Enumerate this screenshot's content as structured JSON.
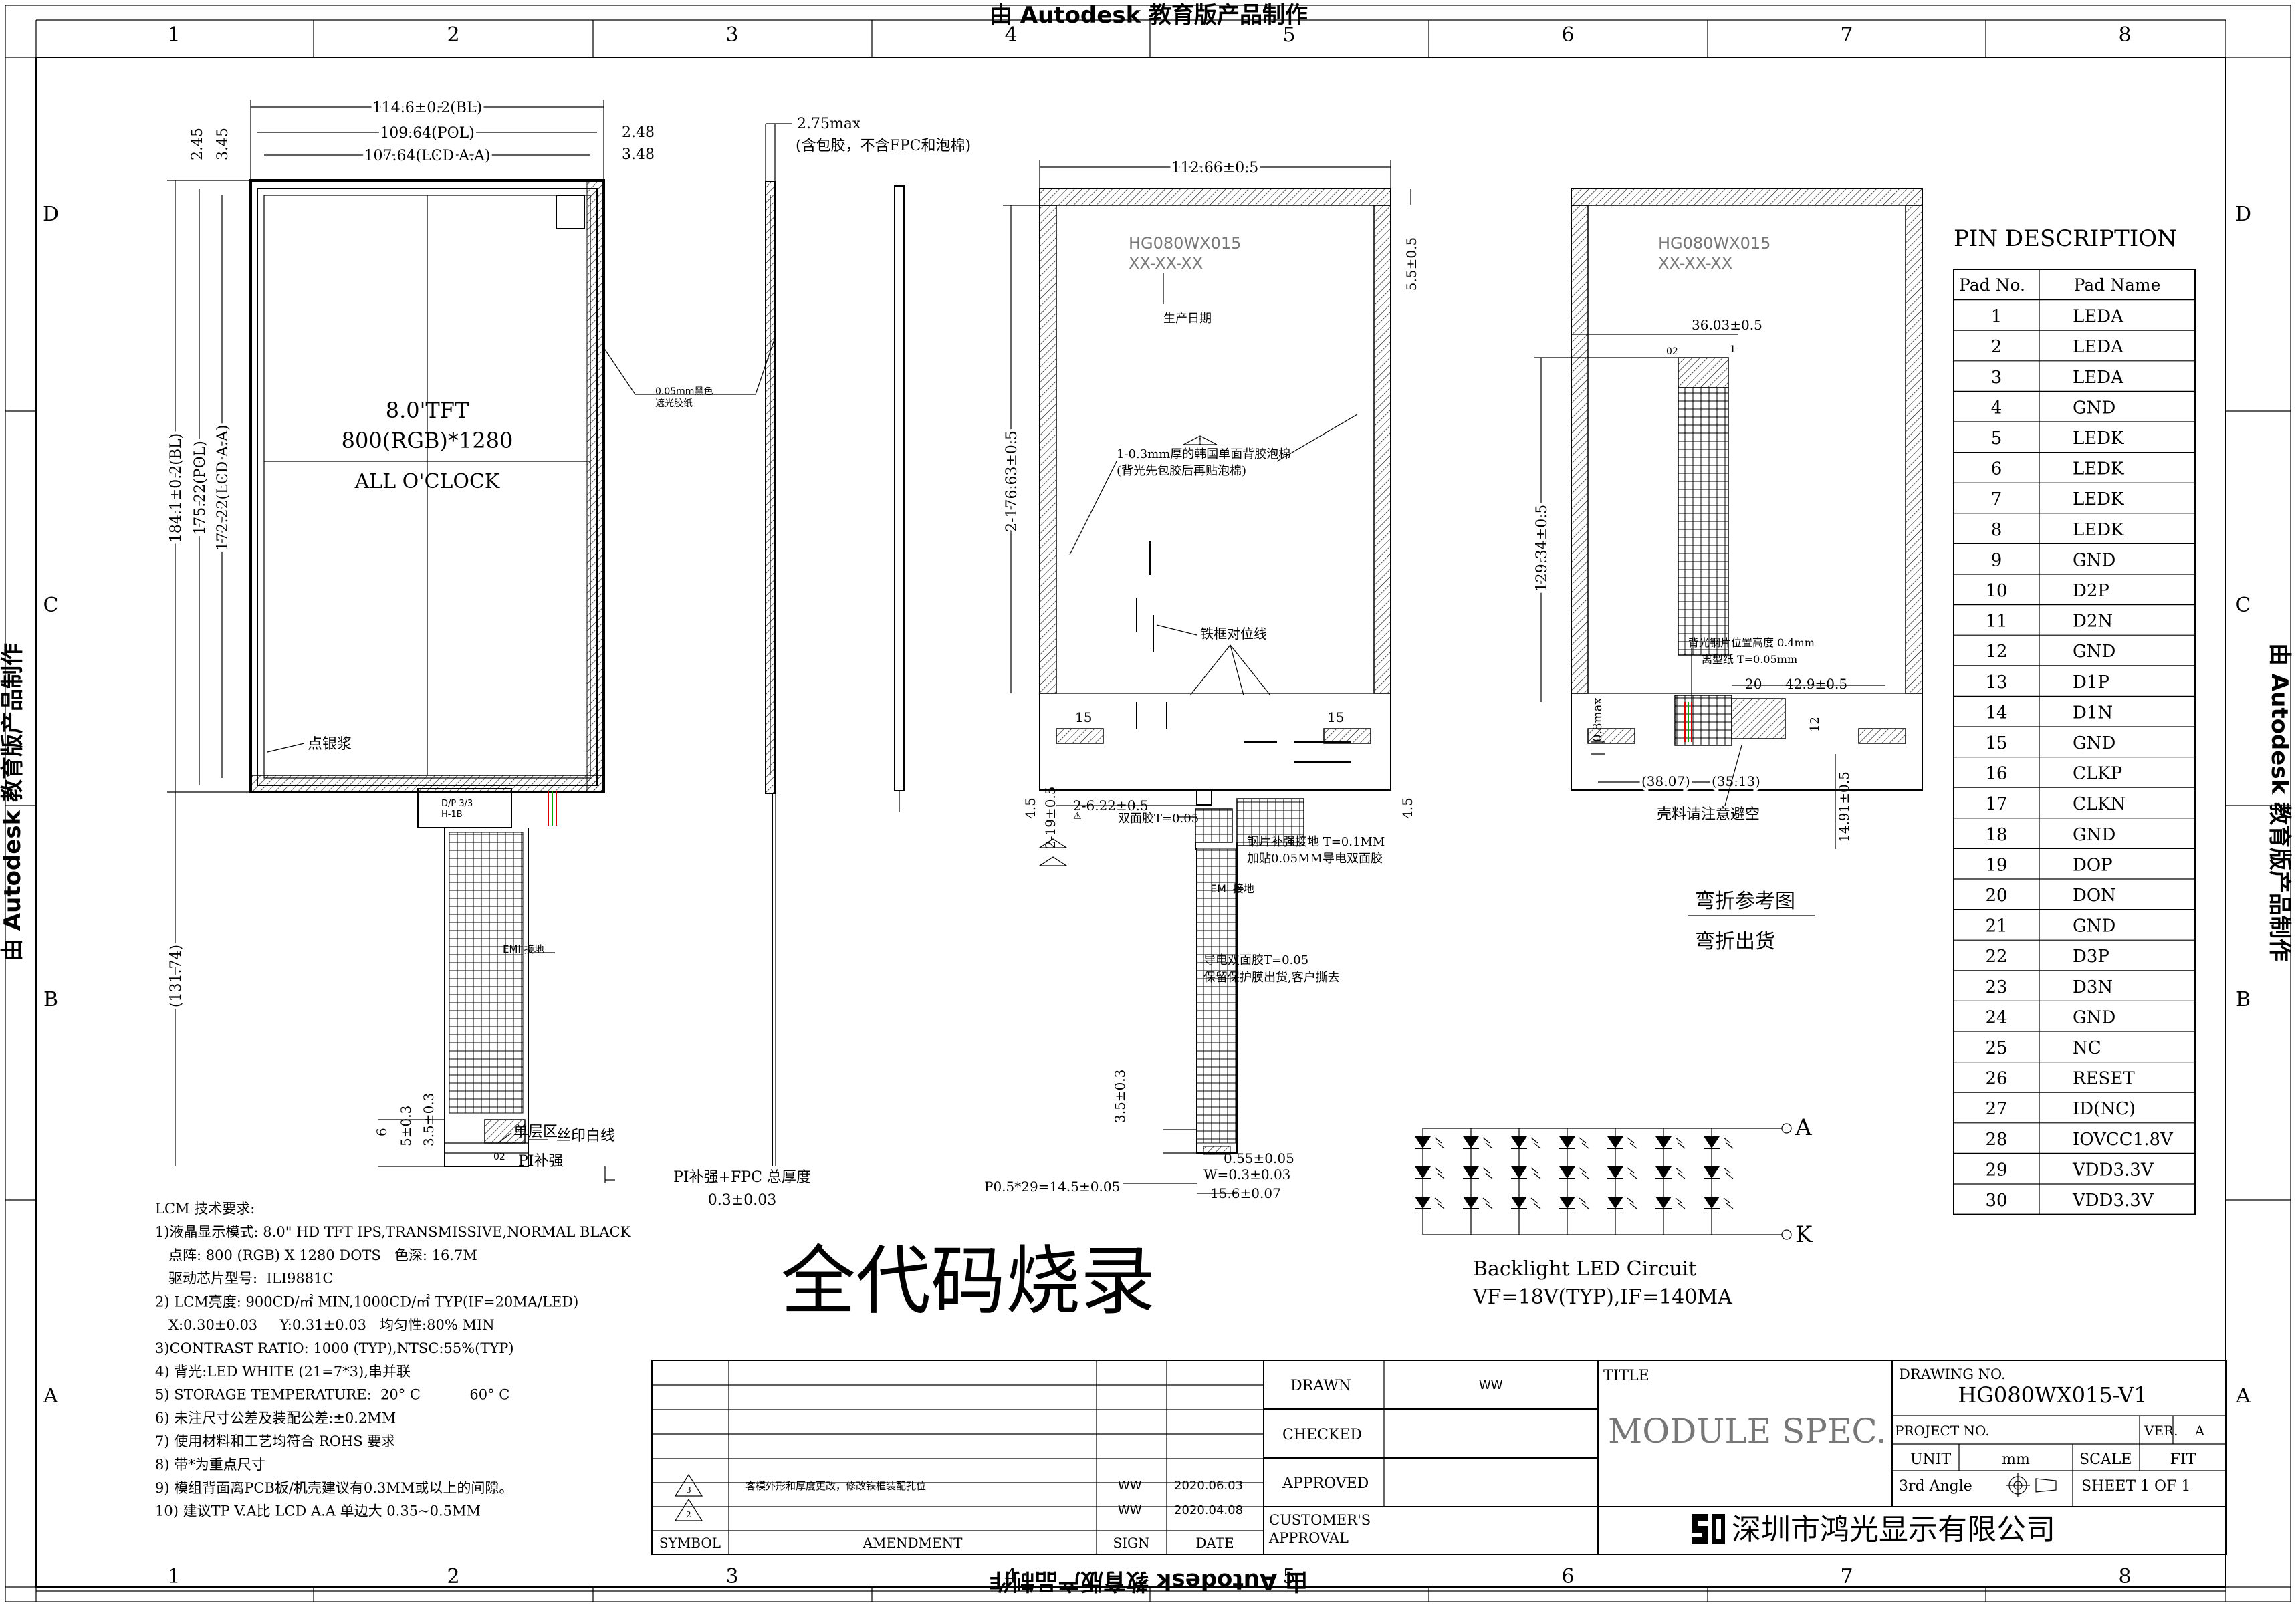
{
  "watermark": "由 Autodesk 教育版产品制作",
  "zones": {
    "cols": [
      "1",
      "2",
      "3",
      "4",
      "5",
      "6",
      "7",
      "8"
    ],
    "rows": [
      "D",
      "C",
      "B",
      "A"
    ]
  },
  "front_view": {
    "dims_top": [
      "114.6±0.2(BL)",
      "109.64(POL)",
      "107.64(LCD A.A)"
    ],
    "dims_top_right": [
      "2.48",
      "3.48"
    ],
    "dims_left_top": [
      "2.45",
      "3.45"
    ],
    "dims_left": [
      "184.1±0.2(BL)",
      "175.22(POL)",
      "172.22(LCD A.A)",
      "(131.74)"
    ],
    "panel_text": [
      "8.0'TFT",
      "800(RGB)*1280",
      "ALL O'CLOCK"
    ],
    "silver_paste": "点银浆",
    "fpc_label": "D/P 3/3\nH-1B",
    "emi_label": "EMI 接地",
    "dims_bottom_left": [
      "6",
      "5±0.3",
      "3.5±0.3"
    ],
    "single_layer": "单层区",
    "silk_line": "丝印白线",
    "pi_stiffener": "PI补强",
    "pad02": "02"
  },
  "side_view": {
    "thickness": "2.75max",
    "thickness_note": "(含包胶，不含FPC和泡棉)",
    "tape_note": "0.05mm黑色\n遮光胶纸",
    "pi_note": "PI补强+FPC 总厚度",
    "pi_value": "0.3±0.03"
  },
  "back_view": {
    "width_dim": "112.66±0.5",
    "side_dim": "5.5±0.5",
    "height_dim": "2-176.63±0.5",
    "model": "HG080WX015",
    "model_code": "XX-XX-XX",
    "date_label": "生产日期",
    "foam_note": "1-0.3mm厚的韩国单面背胶泡棉",
    "foam_note2": "(背光先包胶后再贴泡棉)",
    "iron_frame": "铁框对位线",
    "edge15": "15",
    "edge15b": "15",
    "dim_45": "4.5",
    "dim_45b": "4.5",
    "dim_622": "2-6.22±0.5",
    "dim_219": "2-19±0.5",
    "double_tape": "双面胶T=0.05",
    "steel_note": "钢片补强接地 T=0.1MM",
    "steel_note2": "加贴0.05MM导电双面胶",
    "emi_ground": "EMI 接地",
    "conductive_tape": "导电双面胶T=0.05",
    "protect_note": "保留保护膜出货,客户撕去",
    "dim_35": "3.5±0.3",
    "pitch": "P0.5*29=14.5±0.05",
    "dim_055": "0.55±0.05",
    "dim_w": "W=0.3±0.03",
    "dim_156": "15.6±0.07"
  },
  "bend_view": {
    "model": "HG080WX015",
    "model_code": "XX-XX-XX",
    "dim_3603": "36.03±0.5",
    "pad02": "02",
    "pad1": "1",
    "dim_12934": "129.34±0.5",
    "stiff_note": "背光钢片位置高度 0.4mm",
    "release_note": "离型纸 T=0.05mm",
    "dim_20": "20",
    "dim_429": "42.9±0.5",
    "dim_12": "12",
    "dim_08": "0.8max",
    "dim_3807": "(38.07)",
    "dim_3513": "(35.13)",
    "dim_1491": "14.91±0.5",
    "avoid_note": "壳料请注意避空",
    "ref_title": "弯折参考图",
    "ref_sub": "弯折出货"
  },
  "pin_table": {
    "title": "PIN DESCRIPTION",
    "headers": [
      "Pad No.",
      "Pad Name"
    ],
    "rows": [
      [
        "1",
        "LEDA"
      ],
      [
        "2",
        "LEDA"
      ],
      [
        "3",
        "LEDA"
      ],
      [
        "4",
        "GND"
      ],
      [
        "5",
        "LEDK"
      ],
      [
        "6",
        "LEDK"
      ],
      [
        "7",
        "LEDK"
      ],
      [
        "8",
        "LEDK"
      ],
      [
        "9",
        "GND"
      ],
      [
        "10",
        "D2P"
      ],
      [
        "11",
        "D2N"
      ],
      [
        "12",
        "GND"
      ],
      [
        "13",
        "D1P"
      ],
      [
        "14",
        "D1N"
      ],
      [
        "15",
        "GND"
      ],
      [
        "16",
        "CLKP"
      ],
      [
        "17",
        "CLKN"
      ],
      [
        "18",
        "GND"
      ],
      [
        "19",
        "DOP"
      ],
      [
        "20",
        "DON"
      ],
      [
        "21",
        "GND"
      ],
      [
        "22",
        "D3P"
      ],
      [
        "23",
        "D3N"
      ],
      [
        "24",
        "GND"
      ],
      [
        "25",
        "NC"
      ],
      [
        "26",
        "RESET"
      ],
      [
        "27",
        "ID(NC)"
      ],
      [
        "28",
        "IOVCC1.8V"
      ],
      [
        "29",
        "VDD3.3V"
      ],
      [
        "30",
        "VDD3.3V"
      ]
    ]
  },
  "led_circuit": {
    "anode": "A",
    "cathode": "K",
    "title": "Backlight LED Circuit",
    "spec": "VF=18V(TYP),IF=140MA"
  },
  "requirements": {
    "title": "LCM 技术要求:",
    "lines": [
      "1)液晶显示模式: 8.0\" HD TFT IPS,TRANSMISSIVE,NORMAL BLACK",
      "   点阵: 800 (RGB) X 1280 DOTS   色深: 16.7M",
      "   驱动芯片型号:  ILI9881C",
      "2) LCM亮度: 900CD/㎡ MIN,1000CD/㎡ TYP(IF=20MA/LED)",
      "   X:0.30±0.03     Y:0.31±0.03   均匀性:80% MIN",
      "3)CONTRAST RATIO: 1000 (TYP),NTSC:55%(TYP)",
      "4) 背光:LED WHITE (21=7*3),串并联",
      "5) STORAGE TEMPERATURE:  20° C           60° C",
      "6) 未注尺寸公差及装配公差:±0.2MM",
      "7) 使用材料和工艺均符合 ROHS 要求",
      "8) 带*为重点尺寸",
      "9) 模组背面离PCB板/机壳建议有0.3MM或以上的间隙。",
      "10) 建议TP V.A比 LCD A.A 单边大 0.35~0.5MM"
    ]
  },
  "big_title": "全代码烧录",
  "title_block": {
    "amend_headers": [
      "SYMBOL",
      "AMENDMENT",
      "SIGN",
      "DATE"
    ],
    "amendments": [
      {
        "text": "客模外形和厚度更改，修改铁框装配孔位",
        "sign": "WW",
        "date": "2020.06.03"
      },
      {
        "text": "",
        "sign": "WW",
        "date": "2020.04.08"
      }
    ],
    "drawn_label": "DRAWN",
    "drawn_value": "WW",
    "checked_label": "CHECKED",
    "approved_label": "APPROVED",
    "customer_label": "CUSTOMER'S\nAPPROVAL",
    "title_label": "TITLE",
    "title_value": "MODULE SPEC.",
    "drawing_no_label": "DRAWING NO.",
    "drawing_no": "HG080WX015-V1",
    "project_label": "PROJECT NO.",
    "ver_label": "VER.",
    "ver_value": "A",
    "unit_label": "UNIT",
    "unit_value": "mm",
    "scale_label": "SCALE",
    "scale_value": "FIT",
    "angle_label": "3rd Angle",
    "sheet_label": "SHEET 1 OF 1",
    "company": "深圳市鸿光显示有限公司"
  }
}
